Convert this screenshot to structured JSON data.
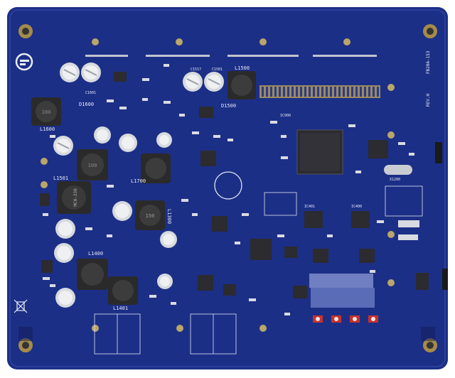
{
  "photo": {
    "board_labels": {
      "d1600": "D1600",
      "l1600": "L1600",
      "c1601": "C1601",
      "l1500": "L1500",
      "d1500": "D1500",
      "c1517": "C1517",
      "c1501": "C1501",
      "l1501": "L1501",
      "l1700": "L1700",
      "l1300": "L1300",
      "l1400": "L1400",
      "l1401": "L1401",
      "ic900": "IC900",
      "ic400": "IC400",
      "ic401": "IC401",
      "x1200": "X1200",
      "rev": "REV.H",
      "part_number": "FB20A-153"
    },
    "component_markings": {
      "inductor_l1501": "MCH-330",
      "inductor_l1300": "150",
      "inductor_l1600": "100",
      "inductor_l1700": "100"
    }
  }
}
